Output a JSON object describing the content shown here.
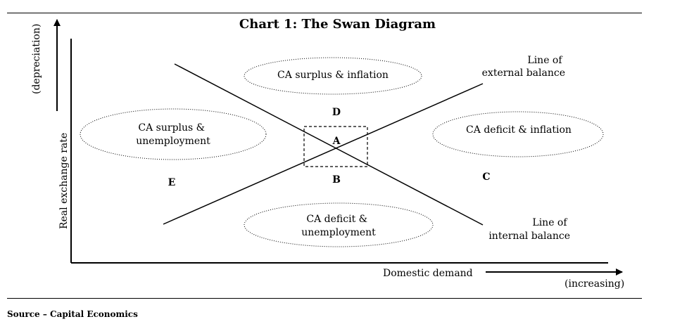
{
  "title": "Chart 1: The Swan Diagram",
  "source": "Source – Capital Economics",
  "axes": {
    "y_label": "Real exchange rate",
    "y_direction": "(depreciation)",
    "x_label": "Domestic demand",
    "x_direction": "(increasing)"
  },
  "lines": {
    "external": [
      "Line of",
      "external balance"
    ],
    "internal": [
      "Line of",
      "internal balance"
    ]
  },
  "zones": {
    "top": [
      "CA surplus & inflation"
    ],
    "left": [
      "CA surplus &",
      "unemployment"
    ],
    "right": [
      "CA deficit & inflation"
    ],
    "bottom": [
      "CA deficit &",
      "unemployment"
    ]
  },
  "regions": {
    "a": "A",
    "b": "B",
    "c": "C",
    "d": "D",
    "e": "E"
  },
  "colors": {
    "ink": "#000000",
    "background": "#ffffff"
  }
}
